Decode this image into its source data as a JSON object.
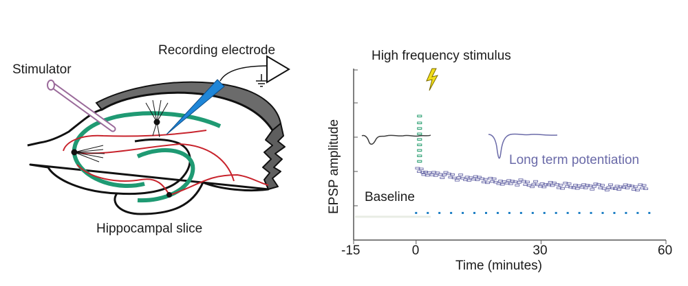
{
  "diagram": {
    "labels": {
      "stimulator": "Stimulator",
      "recording_electrode": "Recording electrode",
      "hippocampal_slice": "Hippocampal slice"
    }
  },
  "plot": {
    "stimulus_label": "High frequency stimulus",
    "baseline_label": "Baseline",
    "ltp_label": "Long term potentiation",
    "ylabel": "EPSP amplitude",
    "xlabel": "Time (minutes)",
    "colors": {
      "baseline_trace": "#3a3a3a",
      "ltp_trace": "#6a6aa8",
      "ltp_text": "#6a6aa8",
      "baseline_dots": "#1e7fc4",
      "tetanus_marks": "#1f9a6a",
      "lightning": "#f2df1a",
      "slice_fiber": "#1f9a73",
      "neuron_axon": "#c8232c",
      "electrode": "#1f86d8",
      "stimulator_tube": "#9a6a9a"
    }
  },
  "chart_data": {
    "type": "scatter",
    "xlabel": "Time (minutes)",
    "ylabel": "EPSP amplitude",
    "xlim": [
      -15,
      60
    ],
    "x_ticks": [
      "-15",
      "0",
      "30",
      "60"
    ],
    "annotations": [
      "High frequency stimulus",
      "Baseline",
      "Long term potentiation"
    ],
    "series": [
      {
        "x": [
          0,
          5,
          10,
          15,
          20,
          25,
          30,
          35,
          40,
          45,
          50,
          55,
          60
        ],
        "y": [
          1,
          1,
          1,
          1,
          1,
          1,
          1,
          1,
          1,
          1,
          1,
          1,
          1
        ]
      },
      {
        "x": [
          0.5,
          2,
          4,
          6,
          8,
          10,
          12,
          14,
          16,
          18,
          20,
          22,
          24,
          26,
          28,
          30,
          32,
          34,
          36,
          38,
          40,
          42,
          44,
          46,
          48,
          50,
          52,
          54
        ],
        "y": [
          3.4,
          3.3,
          3.2,
          3.15,
          3.1,
          3.0,
          2.95,
          2.9,
          2.85,
          2.8,
          2.75,
          2.7,
          2.7,
          2.65,
          2.6,
          2.55,
          2.55,
          2.5,
          2.5,
          2.5,
          2.45,
          2.45,
          2.45,
          2.4,
          2.4,
          2.4,
          2.4,
          2.4
        ]
      }
    ]
  }
}
